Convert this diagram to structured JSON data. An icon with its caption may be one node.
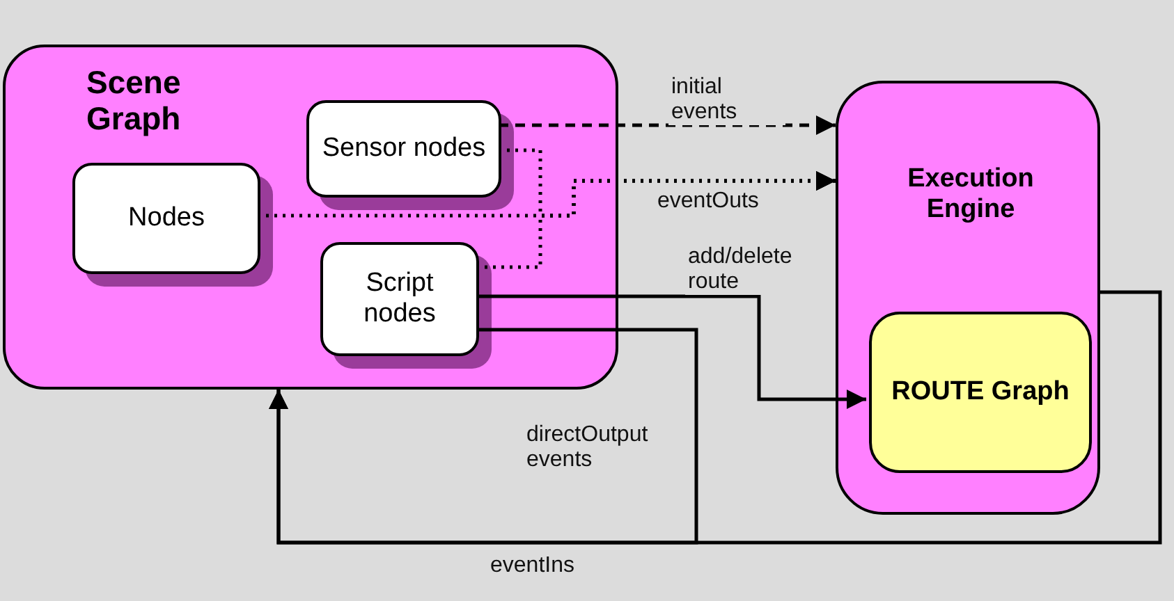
{
  "diagram": {
    "nodes": [
      {
        "text": [
          "Scene Graph"
        ]
      },
      {
        "text": [
          "Sensor nodes"
        ],
        "in": 0
      },
      {
        "text": [
          "Nodes"
        ],
        "in": 0
      },
      {
        "text": [
          "Script nodes"
        ],
        "in": 0
      },
      {
        "text": [
          "Execution Engine"
        ]
      },
      {
        "text": [
          "ROUTE Graph"
        ],
        "in": 4
      }
    ],
    "edges": [
      {
        "from": 1,
        "to": 4,
        "arrow": "to",
        "label": "initial events",
        "style": "dashed"
      },
      {
        "from": 1,
        "to": 4,
        "arrow": "to",
        "style": "dashed"
      },
      {
        "from": 2,
        "to": 4,
        "arrow": "to",
        "label": "eventOuts",
        "style": "dashed"
      },
      {
        "from": 3,
        "to": 4,
        "arrow": "to",
        "style": "dashed"
      },
      {
        "from": 3,
        "to": 5,
        "arrow": "to",
        "label": "add/delete route"
      },
      {
        "from": 3,
        "to": 0,
        "arrow": "to",
        "label": "directOutput events"
      },
      {
        "from": 4,
        "to": 0,
        "arrow": "to",
        "label": "eventIns"
      }
    ]
  }
}
